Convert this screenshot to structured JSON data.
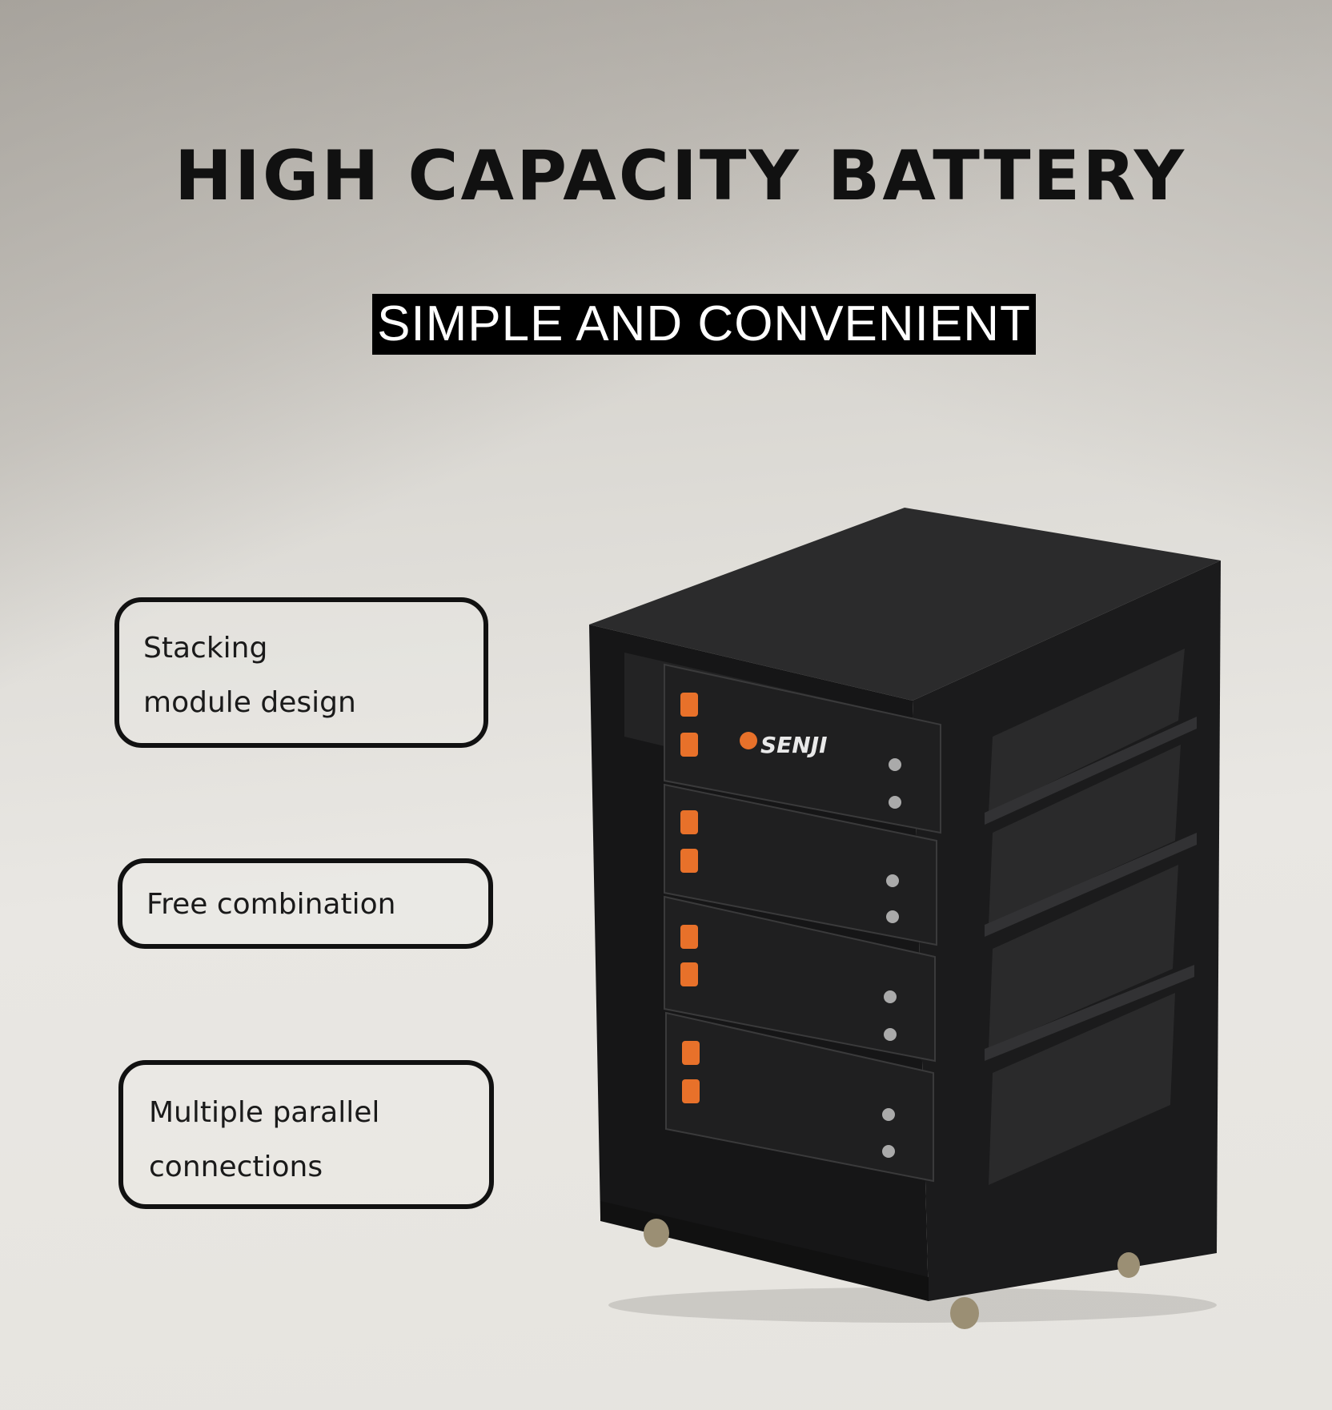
{
  "header": {
    "title": "HIGH CAPACITY BATTERY",
    "subtitle": "SIMPLE AND CONVENIENT"
  },
  "features": [
    {
      "lines": [
        "Stacking",
        "module design"
      ]
    },
    {
      "lines": [
        "Free combination"
      ]
    },
    {
      "lines": [
        "Multiple parallel",
        "connections"
      ]
    }
  ],
  "product": {
    "brand_logo": "SENJI",
    "module_count": 4
  },
  "colors": {
    "rack": "#1e1e1f",
    "terminal": "#e8712a",
    "text": "#111111"
  }
}
